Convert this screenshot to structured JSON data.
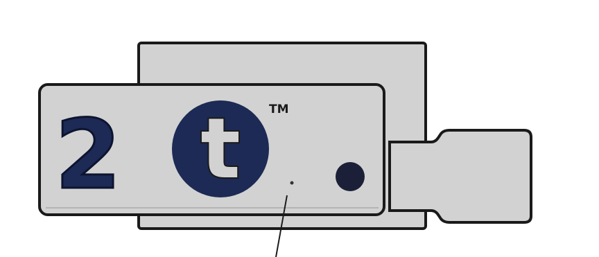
{
  "diagram": {
    "product_label": {
      "digit": "2",
      "logo_letter": "t",
      "trademark": "TM"
    },
    "colors": {
      "background": "#ffffff",
      "body_fill": "#d2d2d2",
      "outline": "#1a1a1a",
      "label_navy": "#1c2a55",
      "dot": "#1b2038",
      "shadow": "#a8a8a8"
    },
    "icons": {
      "logo": "circled-letter-t-icon",
      "indicator": "dark-dot-icon"
    }
  }
}
